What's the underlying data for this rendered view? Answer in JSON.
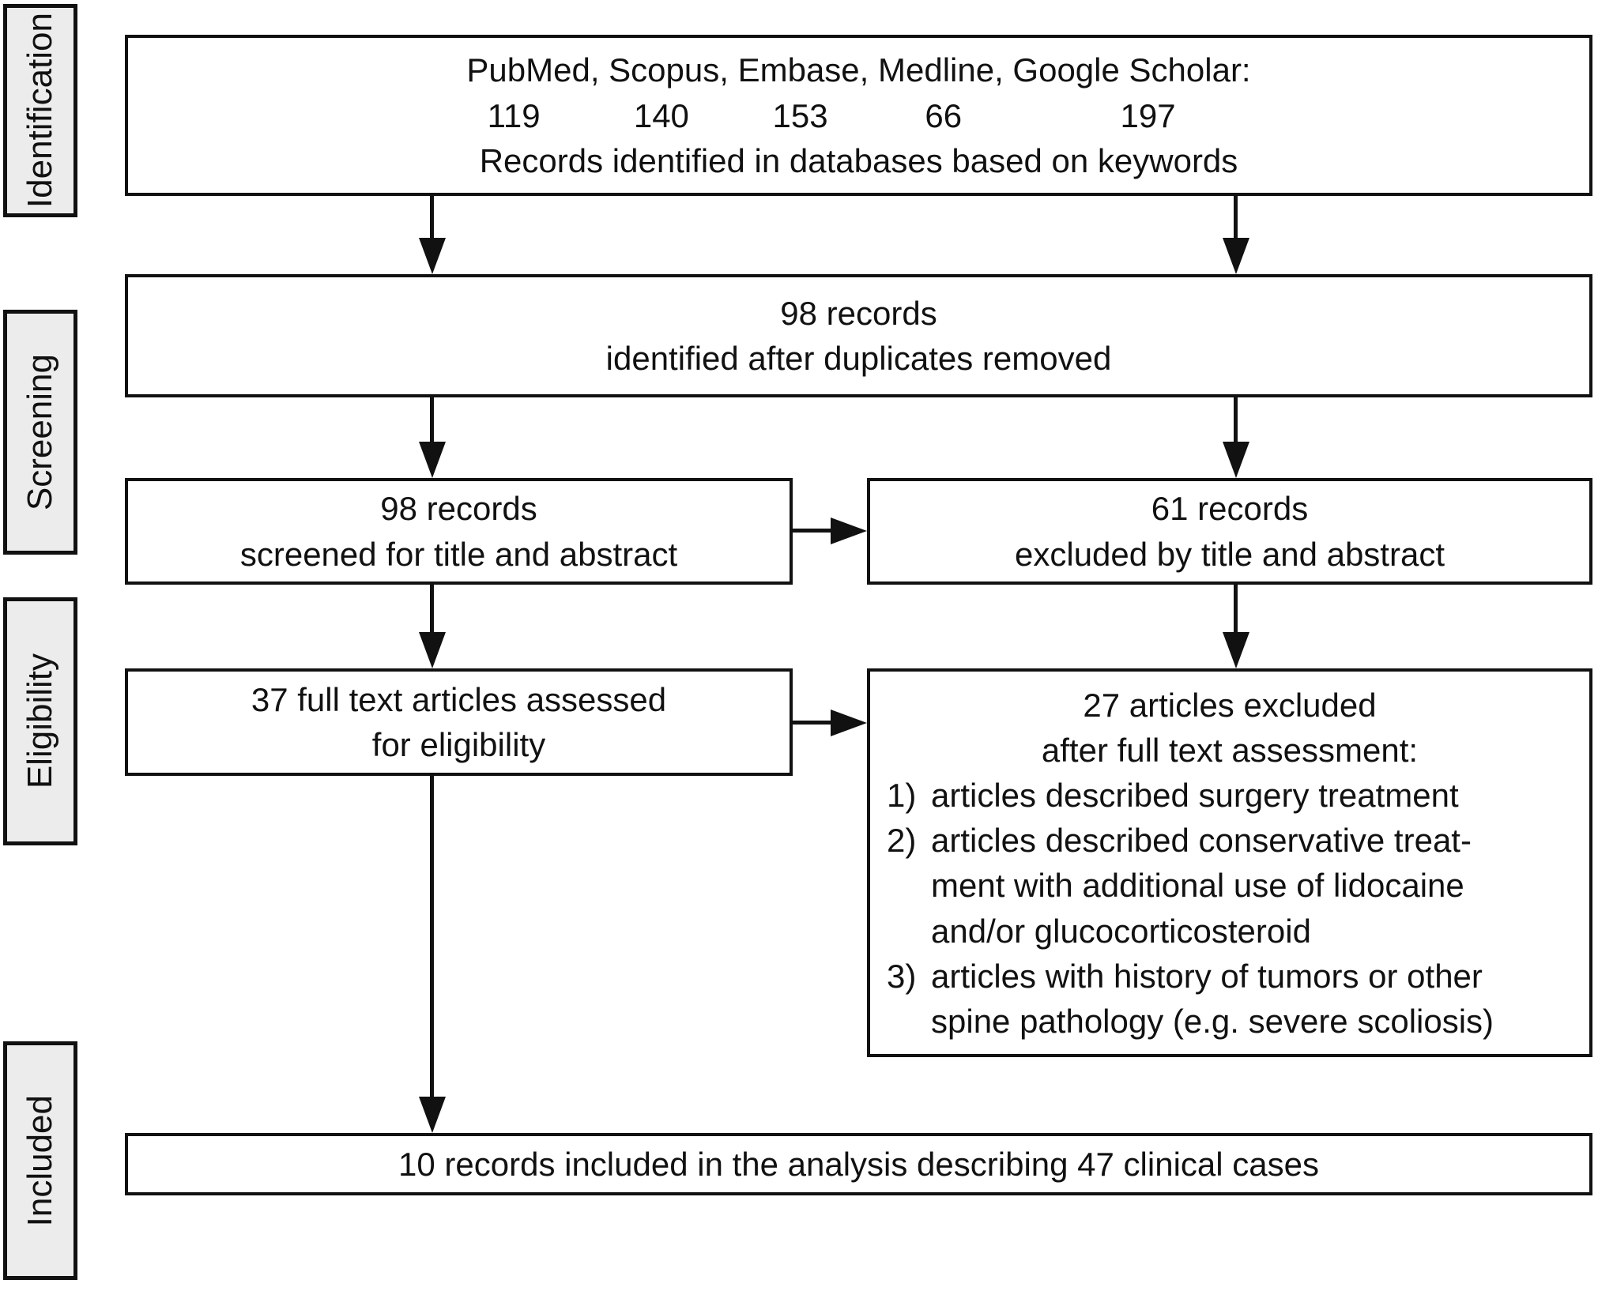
{
  "stages": [
    {
      "label": "Identification"
    },
    {
      "label": "Screening"
    },
    {
      "label": "Eligibility"
    },
    {
      "label": "Included"
    }
  ],
  "boxes": {
    "databases": {
      "title": "PubMed, Scopus, Embase, Medline, Google Scholar:",
      "counts": [
        "119",
        "140",
        "153",
        "66",
        "197"
      ],
      "caption": "Records identified in databases based on keywords"
    },
    "dedup": {
      "line1": "98 records",
      "line2": "identified after duplicates removed"
    },
    "screened": {
      "line1": "98 records",
      "line2": "screened for title and abstract"
    },
    "excluded_title": {
      "line1": "61 records",
      "line2": "excluded by title and abstract"
    },
    "fulltext": {
      "line1": "37 full text articles assessed",
      "line2": "for eligibility"
    },
    "excluded_fulltext": {
      "line1": "27 articles excluded",
      "line2": "after full text assessment:",
      "items": [
        {
          "marker": "1)",
          "lines": [
            "articles described surgery treatment"
          ]
        },
        {
          "marker": "2)",
          "lines": [
            "articles described conservative treat-",
            "ment with additional use of lidocaine",
            "and/or glucocorticosteroid"
          ]
        },
        {
          "marker": "3)",
          "lines": [
            "articles with history of tumors or other",
            "spine pathology (e.g. severe scoliosis)"
          ]
        }
      ]
    },
    "included": {
      "line1": "10 records included in the analysis describing 47 clinical cases"
    }
  },
  "connectors": {
    "down_arrow": "▼",
    "right_arrow": "▶"
  },
  "colors": {
    "stage_label_bg": "#ececec",
    "border": "#111111",
    "text": "#111111",
    "background": "#ffffff"
  }
}
